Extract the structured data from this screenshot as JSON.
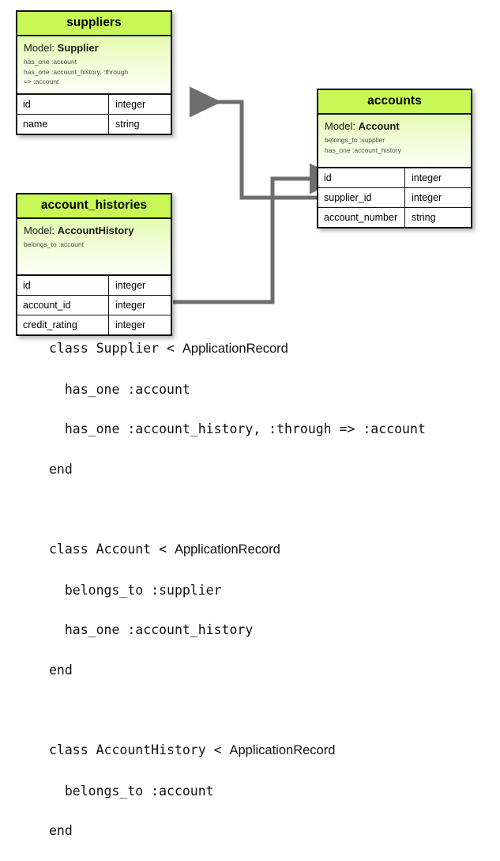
{
  "diagram": {
    "type": "entity-relationship",
    "entities": [
      {
        "id": "suppliers",
        "table_name": "suppliers",
        "model_label": "Model:",
        "model_name": "Supplier",
        "associations": [
          "has_one :account",
          "has_one :account_history, :through",
          "=> :account"
        ],
        "fields": [
          {
            "name": "id",
            "type": "integer"
          },
          {
            "name": "name",
            "type": "string"
          }
        ]
      },
      {
        "id": "accounts",
        "table_name": "accounts",
        "model_label": "Model:",
        "model_name": "Account",
        "associations": [
          "belongs_to :supplier",
          "has_one :account_history"
        ],
        "fields": [
          {
            "name": "id",
            "type": "integer"
          },
          {
            "name": "supplier_id",
            "type": "integer"
          },
          {
            "name": "account_number",
            "type": "string"
          }
        ]
      },
      {
        "id": "account_histories",
        "table_name": "account_histories",
        "model_label": "Model:",
        "model_name": "AccountHistory",
        "associations": [
          "belongs_to :account"
        ],
        "fields": [
          {
            "name": "id",
            "type": "integer"
          },
          {
            "name": "account_id",
            "type": "integer"
          },
          {
            "name": "credit_rating",
            "type": "integer"
          }
        ]
      }
    ],
    "relationships": [
      {
        "from": "accounts.supplier_id",
        "to": "suppliers.id",
        "arrow": "to-suppliers-id"
      },
      {
        "from": "account_histories.account_id",
        "to": "accounts.id",
        "arrow": "to-accounts-id"
      }
    ],
    "colors": {
      "header_green": "#c7f855",
      "model_gradient_top": "#e4fbb0",
      "model_gradient_bottom": "#fdfff6",
      "border": "#141414",
      "connector_gray": "#6e6e6e",
      "background": "#ffffff"
    }
  },
  "code": {
    "lines": [
      {
        "text": "class Supplier < ",
        "cls": "ApplicationRecord"
      },
      {
        "text": "  has_one :account",
        "cls": ""
      },
      {
        "text": "  has_one :account_history, :through => :account",
        "cls": ""
      },
      {
        "text": "end",
        "cls": ""
      },
      {
        "text": "",
        "cls": ""
      },
      {
        "text": "class Account < ",
        "cls": "ApplicationRecord"
      },
      {
        "text": "  belongs_to :supplier",
        "cls": ""
      },
      {
        "text": "  has_one :account_history",
        "cls": ""
      },
      {
        "text": "end",
        "cls": ""
      },
      {
        "text": "",
        "cls": ""
      },
      {
        "text": "class AccountHistory < ",
        "cls": "ApplicationRecord"
      },
      {
        "text": "  belongs_to :account",
        "cls": ""
      },
      {
        "text": "end",
        "cls": ""
      }
    ]
  }
}
